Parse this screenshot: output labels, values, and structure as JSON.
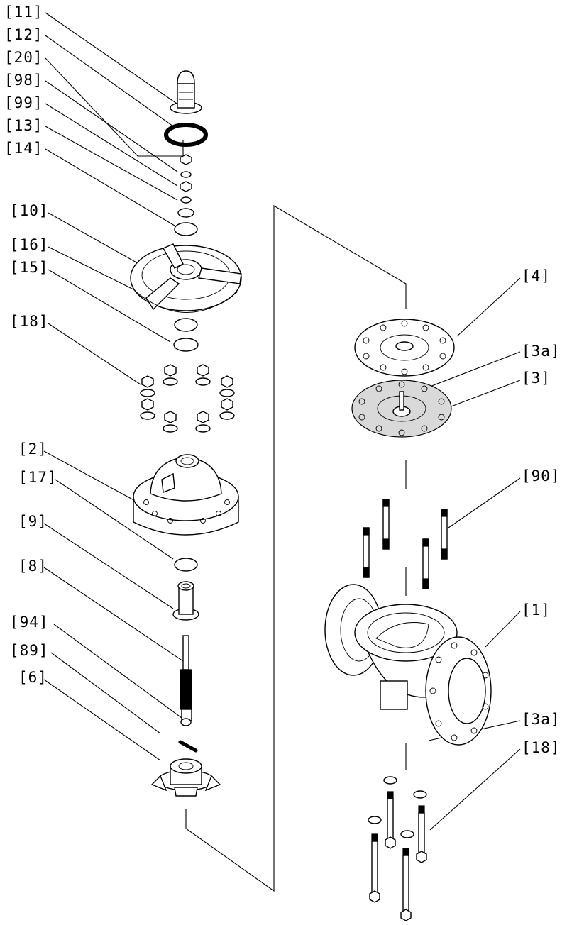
{
  "labels": [
    {
      "id": "11",
      "text": "[11]"
    },
    {
      "id": "12",
      "text": "[12]"
    },
    {
      "id": "20",
      "text": "[20]"
    },
    {
      "id": "98",
      "text": "[98]"
    },
    {
      "id": "99",
      "text": "[99]"
    },
    {
      "id": "13",
      "text": "[13]"
    },
    {
      "id": "14",
      "text": "[14]"
    },
    {
      "id": "10",
      "text": "[10]"
    },
    {
      "id": "16",
      "text": "[16]"
    },
    {
      "id": "15",
      "text": "[15]"
    },
    {
      "id": "18a",
      "text": "[18]"
    },
    {
      "id": "2",
      "text": "[2]"
    },
    {
      "id": "17",
      "text": "[17]"
    },
    {
      "id": "9",
      "text": "[9]"
    },
    {
      "id": "8",
      "text": "[8]"
    },
    {
      "id": "94",
      "text": "[94]"
    },
    {
      "id": "89",
      "text": "[89]"
    },
    {
      "id": "6",
      "text": "[6]"
    },
    {
      "id": "4",
      "text": "[4]"
    },
    {
      "id": "3a",
      "text": "[3a]"
    },
    {
      "id": "3",
      "text": "[3]"
    },
    {
      "id": "90",
      "text": "[90]"
    },
    {
      "id": "1",
      "text": "[1]"
    },
    {
      "id": "3a2",
      "text": "[3a]"
    },
    {
      "id": "18b",
      "text": "[18]"
    }
  ]
}
